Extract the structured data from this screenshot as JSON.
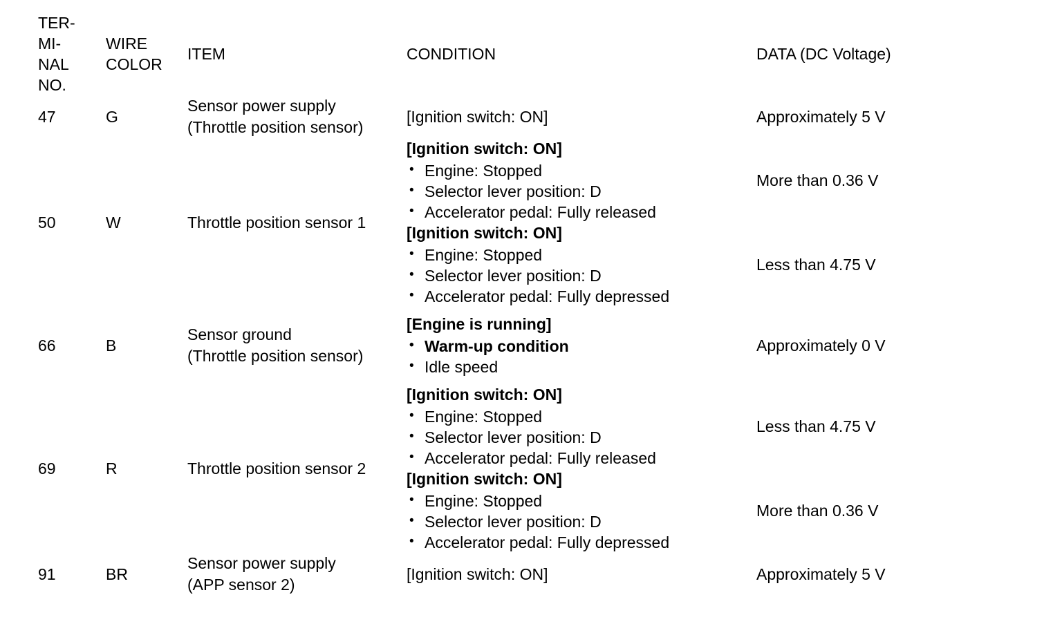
{
  "table": {
    "headers": {
      "terminal_no": [
        "TER-",
        "MI-",
        "NAL",
        "NO."
      ],
      "wire_color": [
        "WIRE",
        "COLOR"
      ],
      "item": "ITEM",
      "condition": "CONDITION",
      "data": "DATA (DC Voltage)"
    },
    "rows": [
      {
        "terminal_no": "47",
        "wire_color": "G",
        "item_lines": [
          "Sensor power supply",
          "(Throttle position sensor)"
        ],
        "conditions": [
          {
            "head": "[Ignition switch: ON]",
            "bullets": [],
            "data": "Approximately 5 V"
          }
        ]
      },
      {
        "terminal_no": "50",
        "wire_color": "W",
        "item_lines": [
          "Throttle position sensor 1"
        ],
        "conditions": [
          {
            "head": "[Ignition switch: ON]",
            "bullets": [
              {
                "text": "Engine: Stopped",
                "bold": false
              },
              {
                "text": "Selector lever position: D",
                "bold": false
              },
              {
                "text": "Accelerator pedal: Fully released",
                "bold": false
              }
            ],
            "data": "More than 0.36 V"
          },
          {
            "head": "[Ignition switch: ON]",
            "bullets": [
              {
                "text": "Engine: Stopped",
                "bold": false
              },
              {
                "text": "Selector lever position: D",
                "bold": false
              },
              {
                "text": "Accelerator pedal: Fully depressed",
                "bold": false
              }
            ],
            "data": "Less than 4.75 V"
          }
        ]
      },
      {
        "terminal_no": "66",
        "wire_color": "B",
        "item_lines": [
          "Sensor ground",
          "(Throttle position sensor)"
        ],
        "conditions": [
          {
            "head": "[Engine is running]",
            "bullets": [
              {
                "text": "Warm-up condition",
                "bold": true
              },
              {
                "text": "Idle speed",
                "bold": false
              }
            ],
            "data": "Approximately 0 V"
          }
        ]
      },
      {
        "terminal_no": "69",
        "wire_color": "R",
        "item_lines": [
          "Throttle position sensor 2"
        ],
        "conditions": [
          {
            "head": "[Ignition switch: ON]",
            "bullets": [
              {
                "text": "Engine: Stopped",
                "bold": false
              },
              {
                "text": "Selector lever position: D",
                "bold": false
              },
              {
                "text": "Accelerator pedal: Fully released",
                "bold": false
              }
            ],
            "data": "Less than 4.75 V"
          },
          {
            "head": "[Ignition switch: ON]",
            "bullets": [
              {
                "text": "Engine: Stopped",
                "bold": false
              },
              {
                "text": "Selector lever position: D",
                "bold": false
              },
              {
                "text": "Accelerator pedal: Fully depressed",
                "bold": false
              }
            ],
            "data": "More than 0.36 V"
          }
        ]
      },
      {
        "terminal_no": "91",
        "wire_color": "BR",
        "item_lines": [
          "Sensor power supply",
          "(APP sensor 2)"
        ],
        "conditions": [
          {
            "head": "[Ignition switch: ON]",
            "bullets": [],
            "data": "Approximately 5 V"
          }
        ]
      }
    ]
  },
  "colors": {
    "rule": "#000000",
    "background": "#ffffff",
    "text": "#000000"
  }
}
